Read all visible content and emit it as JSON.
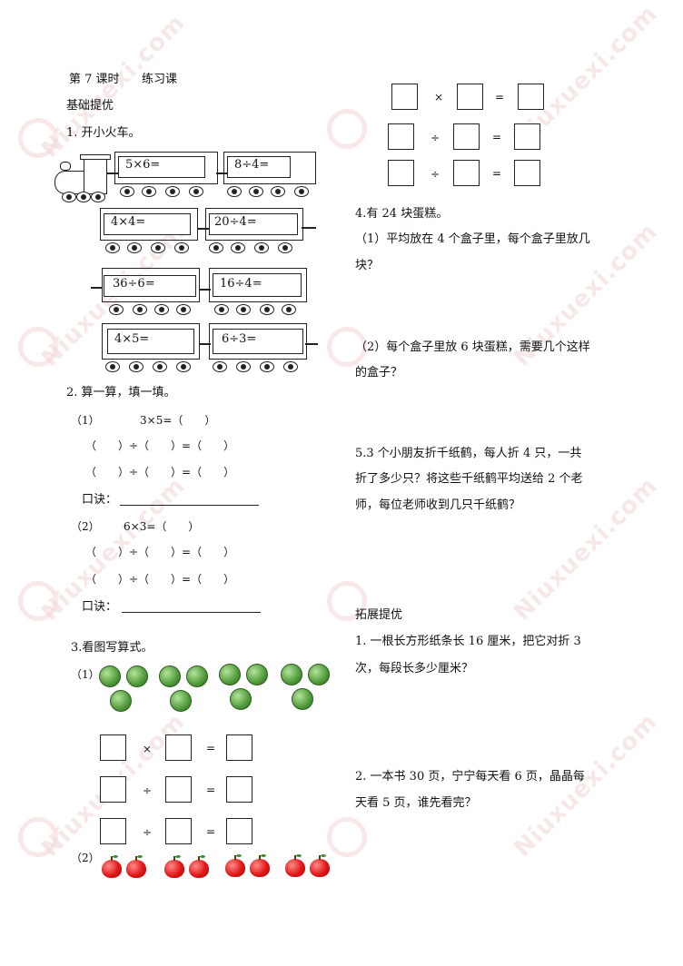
{
  "lesson": {
    "title": "第 7 课时",
    "subtitle": "练习课"
  },
  "section_basic": "基础提优",
  "q1": {
    "title": "1. 开小火车。",
    "wagons": [
      "5×6=",
      "8÷4=",
      "4×4=",
      "20÷4=",
      "36÷6=",
      "16÷4=",
      "4×5=",
      "6÷3="
    ]
  },
  "q2": {
    "title": "2. 算一算，填一填。",
    "p1": {
      "label": "（1）",
      "expr": "3×5=（　　）",
      "rows": [
        "（　　）÷（　　）=（　　）",
        "（　　）÷（　　）=（　　）"
      ],
      "koujue": "口诀："
    },
    "p2": {
      "label": "（2）",
      "expr": "6×3=（　　）",
      "rows": [
        "（　　）÷（　　）=（　　）",
        "（　　）÷（　　）=（　　）"
      ],
      "koujue": "口诀："
    }
  },
  "q3": {
    "title": "3.看图写算式。",
    "p1_label": "（1）",
    "p2_label": "（2）",
    "ops": {
      "times": "×",
      "div": "÷",
      "eq": "="
    }
  },
  "q4": {
    "title": "4.有 24 块蛋糕。",
    "p1_line1": "（1）平均放在 4 个盒子里，每个盒子里放几",
    "p1_line2": "块？",
    "p2_line1": "（2）每个盒子里放 6 块蛋糕，需要几个这样",
    "p2_line2": "的盒子？"
  },
  "q5": {
    "line1": "5.3 个小朋友折千纸鹤，每人折 4 只，一共",
    "line2": "折了多少只？将这些千纸鹤平均送给 2 个老",
    "line3": "师，每位老师收到几只千纸鹤？"
  },
  "section_ext": "拓展提优",
  "e1": {
    "line1": "1. 一根长方形纸条长 16 厘米，把它对折 3",
    "line2": "次，每段长多少厘米？"
  },
  "e2": {
    "line1": "2. 一本书 30 页，宁宁每天看 6 页，晶晶每",
    "line2": "天看 5 页，谁先看完？"
  },
  "watermark": "Niuxuexi.com"
}
